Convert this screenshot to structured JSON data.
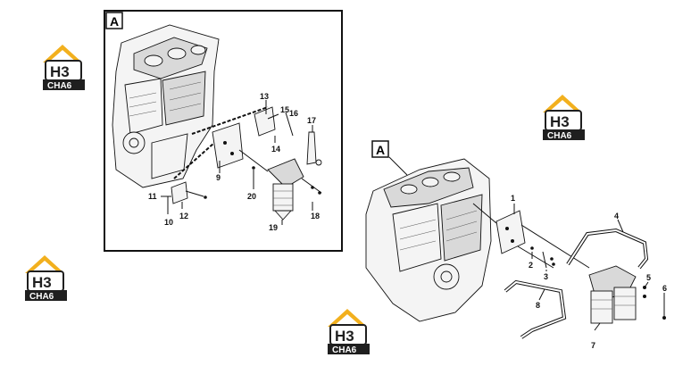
{
  "detail_box": {
    "label": "A",
    "callouts": [
      "9",
      "10",
      "11",
      "12",
      "13",
      "14",
      "15",
      "16",
      "17",
      "18",
      "19",
      "20"
    ]
  },
  "main_view": {
    "label": "A",
    "callouts": [
      "1",
      "2",
      "3",
      "4",
      "5",
      "6",
      "7",
      "8"
    ]
  },
  "watermark": {
    "top_text": "H3",
    "bottom_text": "CHA6",
    "colors": {
      "roof": "#f2b01e",
      "box": "#1f1f1f",
      "text": "#ffffff"
    }
  }
}
